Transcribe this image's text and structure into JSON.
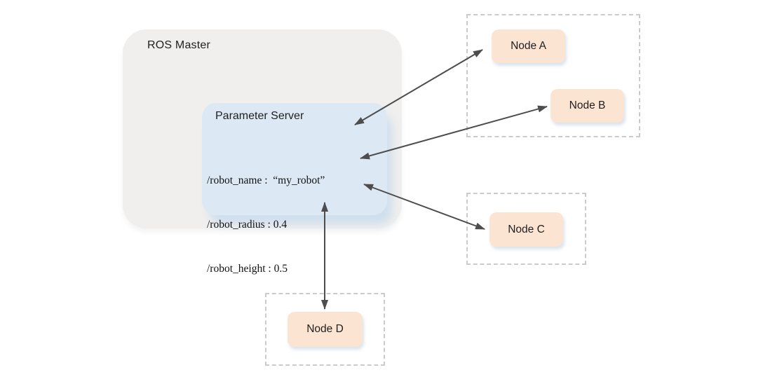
{
  "colors": {
    "background": "#ffffff",
    "ros_master_fill": "#f0efee",
    "parameter_server_fill": "#dce9f4",
    "node_fill": "#fce4d2",
    "arrow": "#4d4d4d",
    "dashed_border": "#c9cccf",
    "text": "#1f1f1f"
  },
  "ros_master": {
    "label": "ROS Master"
  },
  "parameter_server": {
    "title": "Parameter Server",
    "params": [
      "/robot_name :  “my_robot”",
      "/robot_radius : 0.4",
      "/robot_height : 0.5"
    ]
  },
  "nodes": [
    {
      "label": "Node A"
    },
    {
      "label": "Node B"
    },
    {
      "label": "Node C"
    },
    {
      "label": "Node D"
    }
  ],
  "connections": [
    {
      "from": "parameter-server",
      "to": "node-a",
      "bidirectional": true
    },
    {
      "from": "parameter-server",
      "to": "node-b",
      "bidirectional": true
    },
    {
      "from": "parameter-server",
      "to": "node-c",
      "bidirectional": true
    },
    {
      "from": "parameter-server",
      "to": "node-d",
      "bidirectional": true
    }
  ]
}
